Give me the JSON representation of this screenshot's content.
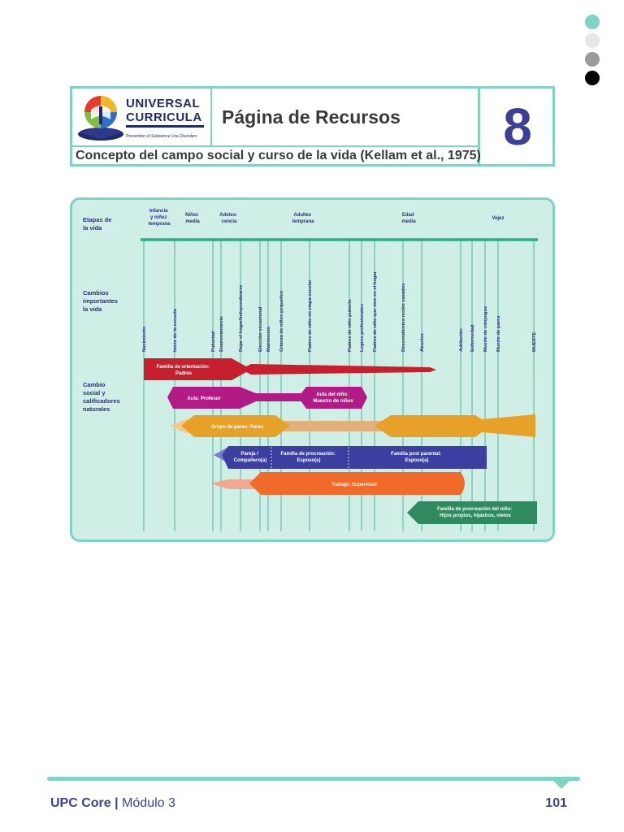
{
  "colors": {
    "teal": "#7fd3c2",
    "navy": "#3d3f96",
    "panel": "#cfeee6"
  },
  "nav_dots": [
    "#7fd3c2",
    "#e6e6e6",
    "#9a9a9a",
    "#000000"
  ],
  "logo": {
    "line1": "UNIVERSAL",
    "line2": "CURRICULA",
    "tagline": "Prevention of Substance Use Disorders"
  },
  "header": {
    "title": "Página de Recursos",
    "number": "8",
    "subtitle": "Concepto del campo social y curso de la vida (Kellam et al., 1975)"
  },
  "diagram": {
    "row_labels": {
      "stages": [
        "Etapas de",
        "la vida"
      ],
      "changes": [
        "Cambios",
        "importantes",
        "la vida"
      ],
      "social": [
        "Cambio",
        "social y",
        "calificadores",
        "naturales"
      ]
    },
    "stages": [
      {
        "lines": [
          "Infancia",
          "y niñez",
          "temprana"
        ]
      },
      {
        "lines": [
          "Niñez",
          "media"
        ]
      },
      {
        "lines": [
          "Adoles-",
          "cencia"
        ]
      },
      {
        "lines": [
          "Adultez",
          "temprana"
        ]
      },
      {
        "lines": [
          "Edad",
          "media"
        ]
      },
      {
        "lines": [
          "Vejez"
        ]
      }
    ],
    "events": [
      "Nacimiento",
      "Inicio de la escuela",
      "Pubertad",
      "Enamoramiento",
      "Dejar el hogar/Independizarse",
      "Elección vocacional",
      "Matrimonio",
      "Crianza de niños pequeños",
      "Padres de niño en etapa escolar",
      "Padres de niño puberto",
      "Logros profesionales",
      "Padres de niño que vive en el hogar",
      "Descendientes recién casados",
      "Abuelos",
      "Jubilación",
      "Enfermedad",
      "Muerte de cónyugue",
      "Muerte de pares",
      "MUERTE"
    ],
    "bars": {
      "family_origin": [
        "Familia de orientación:",
        "Padres"
      ],
      "classroom": "Aula: Profesor",
      "child_classroom": [
        "Aula del niño:",
        "Maestro de niños"
      ],
      "peer_group": "Grupo de pares: Pares",
      "partner": [
        "Pareja /",
        "Compañero(a)"
      ],
      "procreation": [
        "Familia de procreación:",
        "Esposo(a)"
      ],
      "post_parental": [
        "Familia post parental:",
        "Esposo(a)"
      ],
      "work": "Trabajo: Supervisor",
      "child_procreation": [
        "Familia de procreación del niño:",
        "Hijos propios, hijastros, nietos"
      ]
    }
  },
  "footer": {
    "brand": "UPC Core",
    "separator": " | ",
    "module": "Módulo 3",
    "page": "101"
  }
}
